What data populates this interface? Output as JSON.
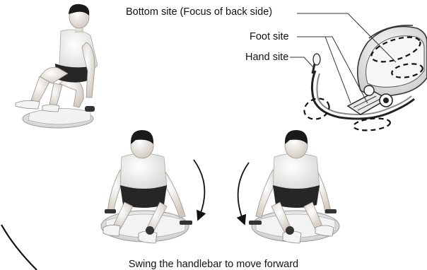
{
  "labels": {
    "bottom_site": "Bottom site (Focus of back side)",
    "foot_site": "Foot site",
    "hand_site": "Hand site"
  },
  "caption": "Swing the handlebar to move forward",
  "colors": {
    "skin": "#f2ede6",
    "hair": "#1a1a1a",
    "shirt": "#f7f7f5",
    "shorts": "#262626",
    "shell": "#e9e9e9",
    "line": "#111111"
  }
}
